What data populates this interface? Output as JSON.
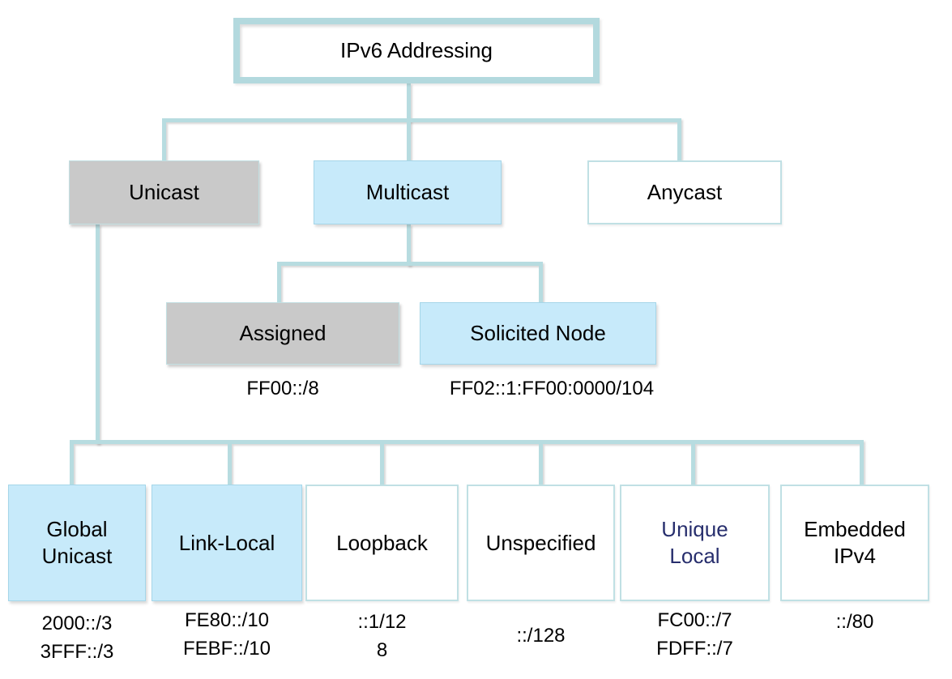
{
  "root": {
    "label": "IPv6 Addressing"
  },
  "types": [
    {
      "label": "Unicast"
    },
    {
      "label": "Multicast"
    },
    {
      "label": "Anycast"
    }
  ],
  "multicast_children": [
    {
      "label": "Assigned",
      "prefix": "FF00::/8"
    },
    {
      "label": "Solicited Node",
      "prefix": "FF02::1:FF00:0000/104"
    }
  ],
  "unicast_children": [
    {
      "label": "Global Unicast",
      "prefixes": [
        "2000::/3",
        "3FFF::/3"
      ]
    },
    {
      "label": "Link-Local",
      "prefixes": [
        "FE80::/10",
        "FEBF::/10"
      ]
    },
    {
      "label": "Loopback",
      "prefixes": [
        "::1/12",
        "8"
      ]
    },
    {
      "label": "Unspecified",
      "prefixes": [
        "::/128"
      ]
    },
    {
      "label": "Unique Local",
      "prefixes": [
        "FC00::/7",
        "FDFF::/7"
      ]
    },
    {
      "label": "Embedded IPv4",
      "prefixes": [
        "::/80"
      ]
    }
  ],
  "colors": {
    "connector_teal": "#b7dce0",
    "root_border_teal": "#b3d9de",
    "blue_fill": "#c7eafa",
    "gray_fill": "#c9c9c9",
    "white_box_border": "#c0e0e4",
    "navy_text": "#272e6d",
    "black_text": "#000000"
  }
}
